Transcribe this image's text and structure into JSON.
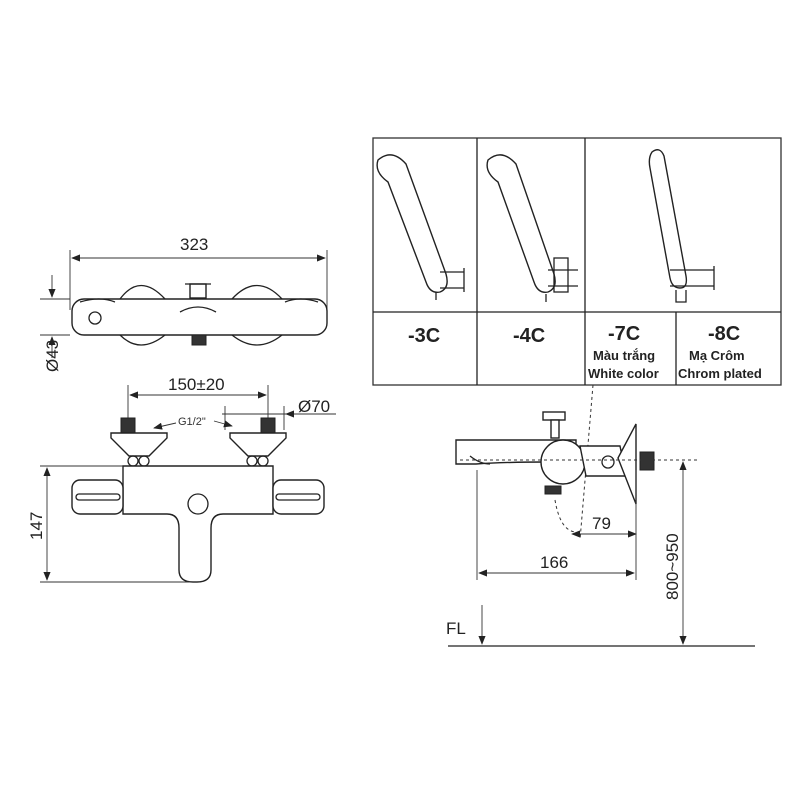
{
  "front_view": {
    "width_dim": "323",
    "diameter_dim": "Ø43"
  },
  "top_view": {
    "spacing_dim": "150±20",
    "thread_label": "G1/2\"",
    "flange_dim": "Ø70",
    "height_dim": "147"
  },
  "variants": [
    {
      "code": "-3C"
    },
    {
      "code": "-4C"
    },
    {
      "code": "-7C",
      "note_vi": "Màu trắng",
      "note_en": "White color"
    },
    {
      "code": "-8C",
      "note_vi": "Mạ Crôm",
      "note_en": "Chrom plated"
    }
  ],
  "side_view": {
    "dim_79": "79",
    "dim_166": "166",
    "height_range": "800~950",
    "floor_label": "FL"
  }
}
